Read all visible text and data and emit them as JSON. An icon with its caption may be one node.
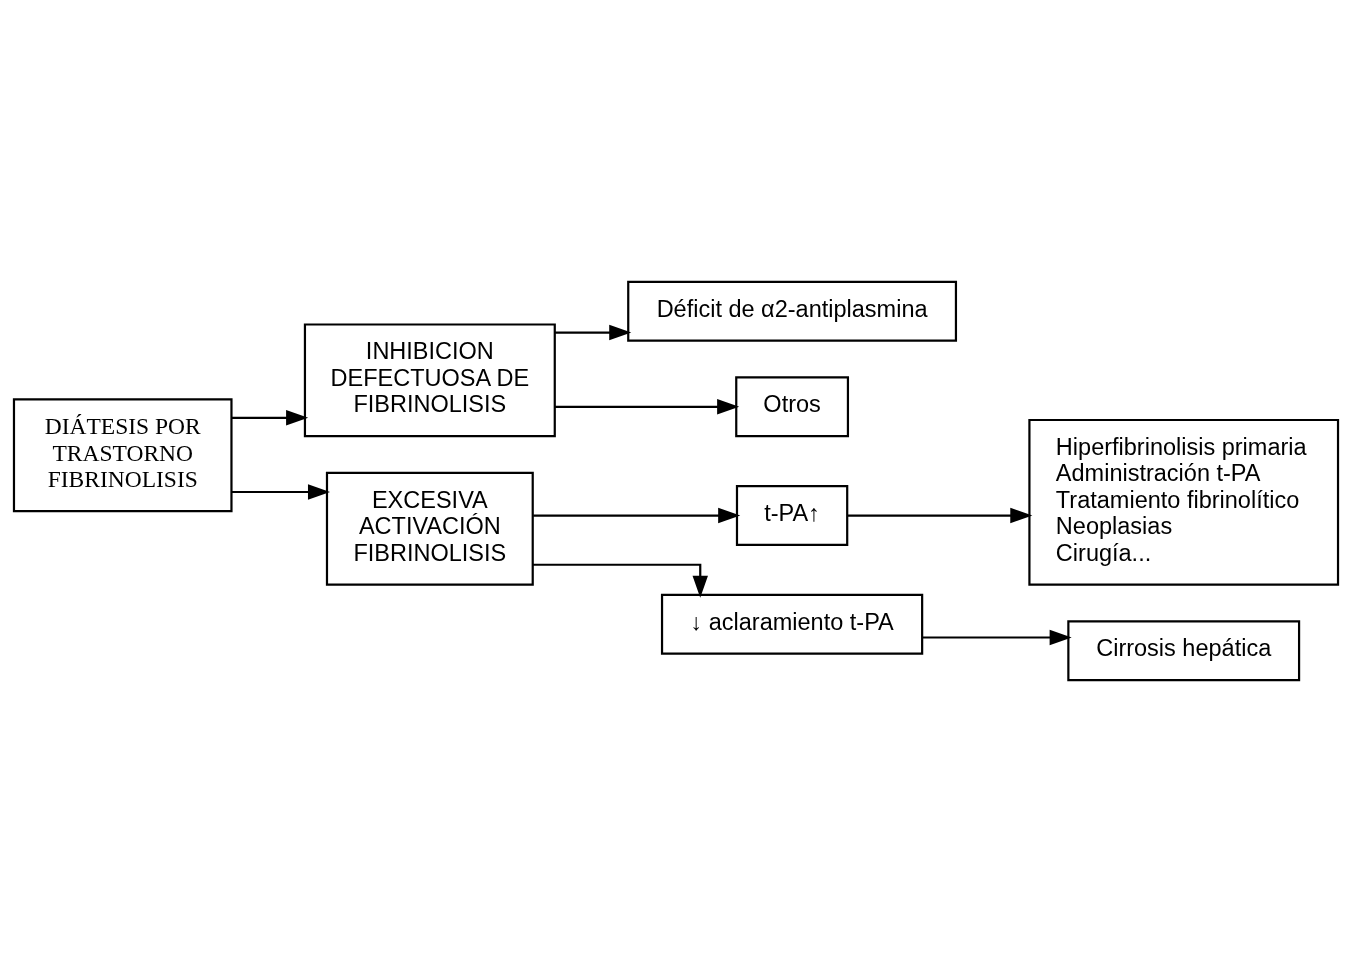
{
  "diagram": {
    "nodes": [
      {
        "text": [
          "DIÁTESIS POR TRASTORNO FIBRINOLISIS"
        ]
      },
      {
        "text": [
          "INHIBICION DEFECTUOSA DE FIBRINOLISIS"
        ]
      },
      {
        "text": [
          "Déficit de α2-antiplasmina"
        ]
      },
      {
        "text": [
          "Otros"
        ]
      },
      {
        "text": [
          "EXCESIVA ACTIVACIÓN FIBRINOLISIS"
        ]
      },
      {
        "text": [
          "t-PA↑"
        ]
      },
      {
        "text": [
          "Hiperfibrinolisis primaria",
          "Administración t-PA",
          "Tratamiento fibrinolítico",
          "Neoplasias",
          "Cirugía..."
        ]
      },
      {
        "text": [
          "↓ aclaramiento t-PA"
        ]
      },
      {
        "text": [
          "Cirrosis hepática"
        ]
      }
    ],
    "edges": [
      {
        "from": 0,
        "to": 1,
        "arrow": "to"
      },
      {
        "from": 0,
        "to": 4,
        "arrow": "to"
      },
      {
        "from": 1,
        "to": 2,
        "arrow": "to"
      },
      {
        "from": 1,
        "to": 3,
        "arrow": "to"
      },
      {
        "from": 4,
        "to": 5,
        "arrow": "to"
      },
      {
        "from": 5,
        "to": 6,
        "arrow": "to"
      },
      {
        "from": 4,
        "to": 7,
        "arrow": "to"
      },
      {
        "from": 7,
        "to": 8,
        "arrow": "to"
      }
    ]
  }
}
